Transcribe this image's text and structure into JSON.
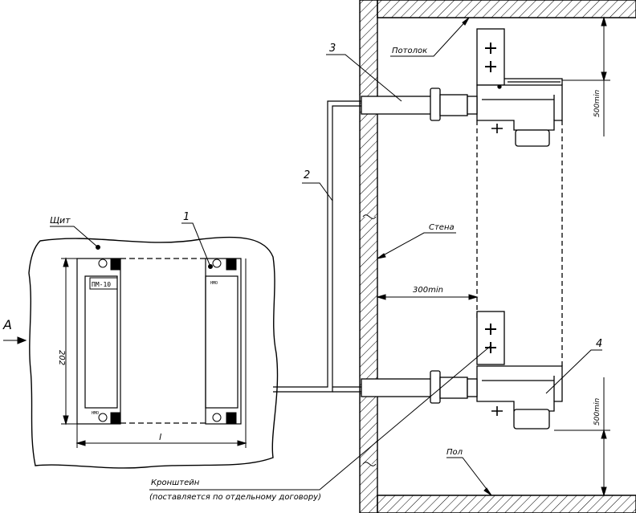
{
  "callouts": {
    "c1": "1",
    "c2": "2",
    "c3": "3",
    "c4": "4"
  },
  "labels": {
    "panel": "Щит",
    "ceiling": "Потолок",
    "wall": "Стена",
    "floor": "Пол",
    "view": "А",
    "bracket": "Кронштейн",
    "bracket_note": "(поставляется по отдельному договору)",
    "module_top": "ПМ-10",
    "module_small_left": "НМО",
    "module_small_right": "НМО"
  },
  "dimensions": {
    "height": "202",
    "width": "l",
    "wall_offset": "300min",
    "top_gap": "500min",
    "bottom_gap": "500min"
  },
  "colors": {
    "line": "#000000",
    "background": "#ffffff"
  }
}
